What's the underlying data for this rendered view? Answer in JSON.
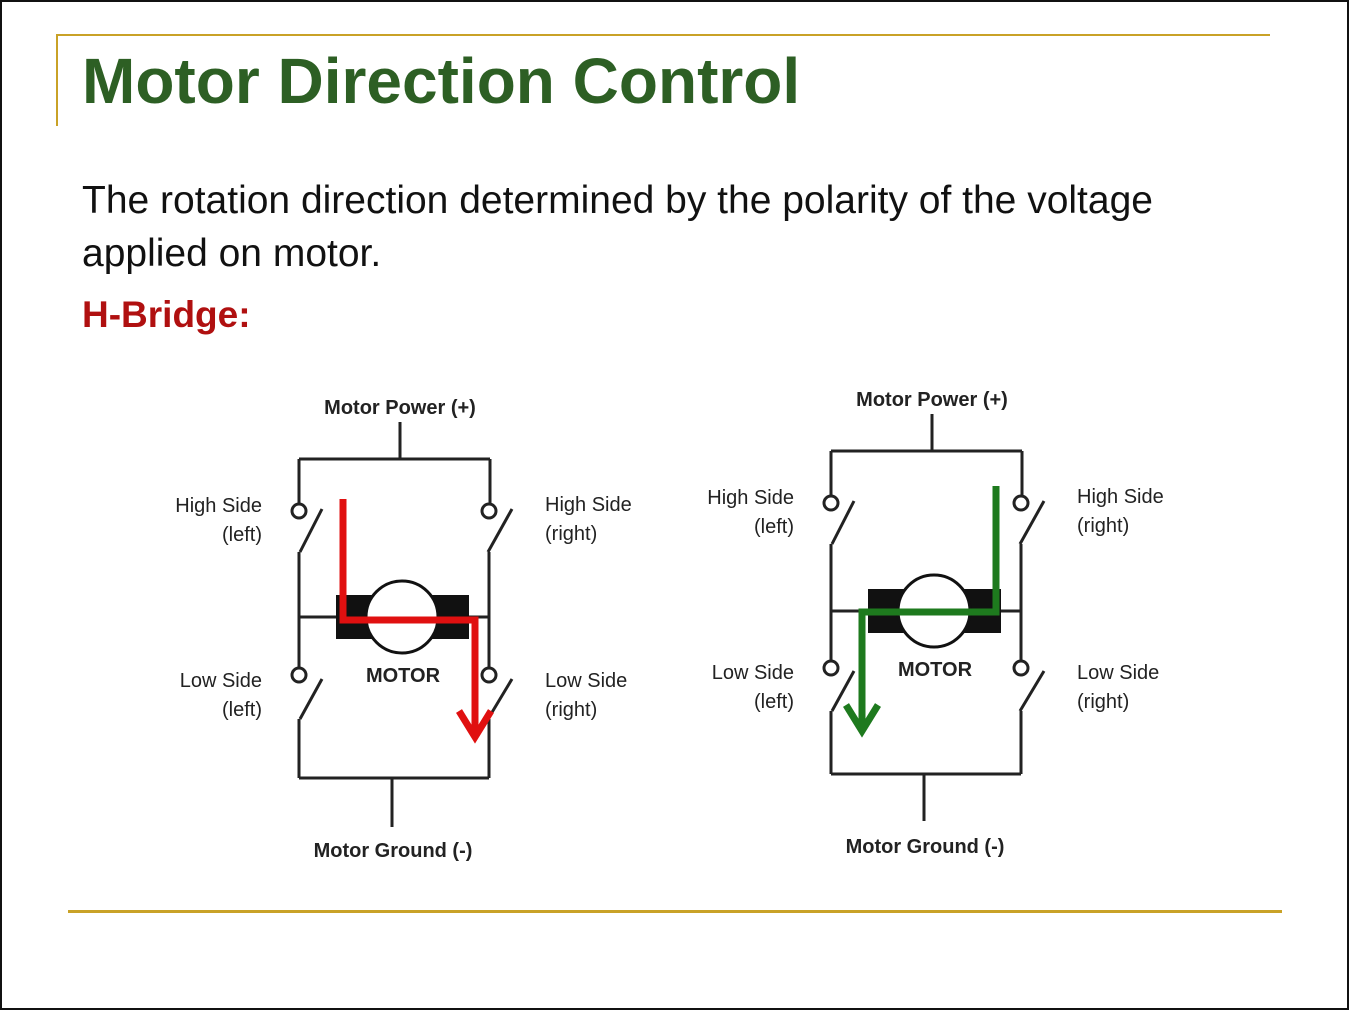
{
  "slide": {
    "title": "Motor Direction Control",
    "body": "The rotation direction determined by the polarity of the voltage applied on motor.",
    "subheading": "H-Bridge:"
  },
  "diagrams": [
    {
      "power_label": "Motor Power (+)",
      "ground_label": "Motor Ground (-)",
      "motor_label": "MOTOR",
      "high_left": [
        "High Side",
        "(left)"
      ],
      "high_right": [
        "High Side",
        "(right)"
      ],
      "low_left": [
        "Low Side",
        "(left)"
      ],
      "low_right": [
        "Low Side",
        "(right)"
      ],
      "arrow_color": "#e01010"
    },
    {
      "power_label": "Motor Power (+)",
      "ground_label": "Motor Ground (-)",
      "motor_label": "MOTOR",
      "high_left": [
        "High Side",
        "(left)"
      ],
      "high_right": [
        "High Side",
        "(right)"
      ],
      "low_left": [
        "Low Side",
        "(left)"
      ],
      "low_right": [
        "Low Side",
        "(right)"
      ],
      "arrow_color": "#1e7a1e"
    }
  ]
}
